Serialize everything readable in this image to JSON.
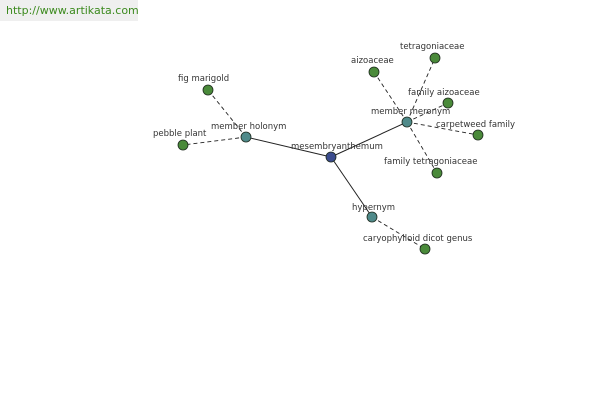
{
  "site": {
    "url": "http://www.artikata.com"
  },
  "colors": {
    "center": "#3b4c8e",
    "relation": "#4f8a8a",
    "leaf": "#4a8a3a",
    "edge": "#222222",
    "banner_link": "#3c8a1e"
  },
  "graph": {
    "center": {
      "id": "center",
      "label": "mesembryanthemum"
    },
    "relations": [
      {
        "id": "holonym",
        "label": "member holonym",
        "leaves": [
          {
            "id": "fig",
            "label": "fig marigold"
          },
          {
            "id": "pebble",
            "label": "pebble plant"
          }
        ]
      },
      {
        "id": "meronym",
        "label": "member meronym",
        "leaves": [
          {
            "id": "tetragoniaceae",
            "label": "tetragoniaceae"
          },
          {
            "id": "aizoaceae",
            "label": "aizoaceae"
          },
          {
            "id": "familyaizoaceae",
            "label": "family aizoaceae"
          },
          {
            "id": "carpetweed",
            "label": "carpetweed family"
          },
          {
            "id": "familytetra",
            "label": "family tetragoniaceae"
          }
        ]
      },
      {
        "id": "hypernym",
        "label": "hypernym",
        "leaves": [
          {
            "id": "caryo",
            "label": "caryophylloid dicot genus"
          }
        ]
      }
    ]
  }
}
